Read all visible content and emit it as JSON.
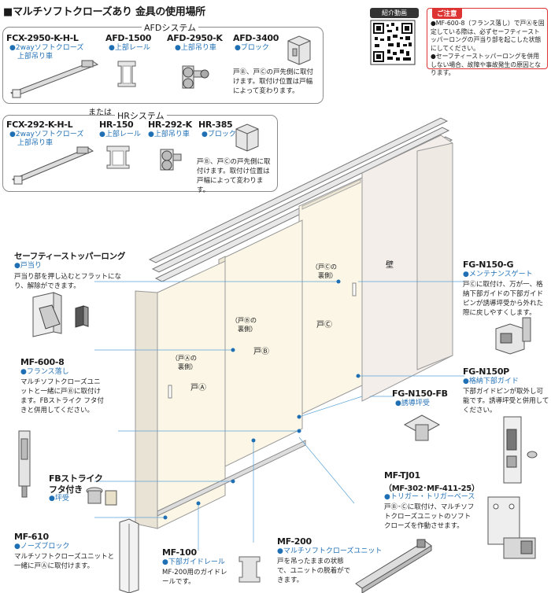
{
  "title": "■マルチソフトクローズあり 金具の使用場所",
  "qr": {
    "label": "紹介動画"
  },
  "caution": {
    "heading": "ご注意",
    "items": [
      "●MF-600-8（フランス落し）で戸Ⓐを固定している際は、必ずセーフティーストッパーロングの戸当り部を起こした状態にしてください。",
      "●セーフティーストッパーロングを併用しない場合、故障や事故発生の原因となります。"
    ]
  },
  "afd": {
    "system_title": "AFDシステム",
    "items": [
      {
        "model": "FCX-2950-K-H-L",
        "sub": "●2wayソフトクローズ",
        "sub2": "上部吊り車"
      },
      {
        "model": "AFD-1500",
        "sub": "●上部レール"
      },
      {
        "model": "AFD-2950-K",
        "sub": "●上部吊り車"
      },
      {
        "model": "AFD-3400",
        "sub": "●ブロック"
      }
    ],
    "note": "戸Ⓑ、戸Ⓒの戸先側に取付けます。取付け位置は戸幅によって変わります。"
  },
  "or_text": "または",
  "hr": {
    "system_title": "HRシステム",
    "items": [
      {
        "model": "FCX-292-K-H-L",
        "sub": "●2wayソフトクローズ",
        "sub2": "上部吊り車"
      },
      {
        "model": "HR-150",
        "sub": "●上部レール"
      },
      {
        "model": "HR-292-K",
        "sub": "●上部吊り車"
      },
      {
        "model": "HR-385",
        "sub": "●ブロック"
      }
    ],
    "note": "戸Ⓑ、戸Ⓒの戸先側に取付けます。取付け位置は戸幅によって変わります。"
  },
  "left": {
    "stopper": {
      "title": "セーフティーストッパーロング",
      "sub": "●戸当り",
      "desc": "戸当り部を押し込むとフラットになり、解除ができます。"
    },
    "mf600": {
      "model": "MF-600-8",
      "sub": "●フランス落し",
      "desc": "マルチソフトクローズユニットと一緒に戸Ⓑに取付けます。FBストライク フタ付きと併用してください。"
    },
    "fb": {
      "model": "FBストライク",
      "model2": "フタ付き",
      "sub": "●坪受"
    },
    "mf610": {
      "model": "MF-610",
      "sub": "●ノーズブロック",
      "desc": "マルチソフトクローズユニットと一緒に戸Ⓐに取付けます。"
    }
  },
  "bottom": {
    "mf100": {
      "model": "MF-100",
      "sub": "●下部ガイドレール",
      "desc": "MF-200用のガイドレールです。"
    },
    "mf200": {
      "model": "MF-200",
      "sub": "●マルチソフトクローズユニット",
      "desc": "戸を吊ったままの状態で、ユニットの脱着ができます。"
    }
  },
  "right": {
    "fgn150g": {
      "model": "FG-N150-G",
      "sub": "●メンテナンスゲート",
      "desc": "戸Ⓒに取付け、万が一、格納下部ガイドの下部ガイドピンが誘導坪受から外れた際に戻しやすくします。"
    },
    "fgn150p": {
      "model": "FG-N150P",
      "sub": "●格納下部ガイド",
      "desc": "下部ガイドピンが取外し可能です。誘導坪受と併用してください。"
    },
    "fgn150fb": {
      "model": "FG-N150-FB",
      "sub": "●誘導坪受"
    },
    "mftj01": {
      "model": "MF-TJ01",
      "model2": "（MF-302･MF-411-25）",
      "sub": "●トリガー・トリガーベース",
      "desc": "戸Ⓑ･Ⓒに取付け、マルチソフトクローズユニットのソフトクローズを作動させます。"
    }
  },
  "diagram": {
    "wall": "壁",
    "door_a": "戸Ⓐ",
    "door_b": "戸Ⓑ",
    "door_c": "戸Ⓒ",
    "back_a": "（戸Ⓐの",
    "back_a2": "裏側）",
    "back_b": "（戸Ⓑの",
    "back_b2": "裏側）",
    "back_c": "（戸Ⓒの",
    "back_c2": "裏側）"
  }
}
